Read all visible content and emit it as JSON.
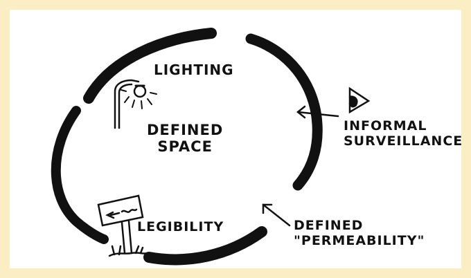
{
  "labels": {
    "lighting": "LIGHTING",
    "defined_space": [
      "DEFINED",
      "SPACE"
    ],
    "informal_surveillance": [
      "INFORMAL",
      "SURVEILLANCE"
    ],
    "legibility": "LEGIBILITY",
    "defined_permeability": [
      "DEFINED",
      "\"PERMEABILITY\""
    ]
  },
  "icons": {
    "lamp": "street-lamp-icon",
    "eye": "eye-icon",
    "sign": "signpost-icon"
  },
  "colors": {
    "background": "#fbeec4",
    "panel": "#ffffff",
    "ink": "#111111"
  }
}
